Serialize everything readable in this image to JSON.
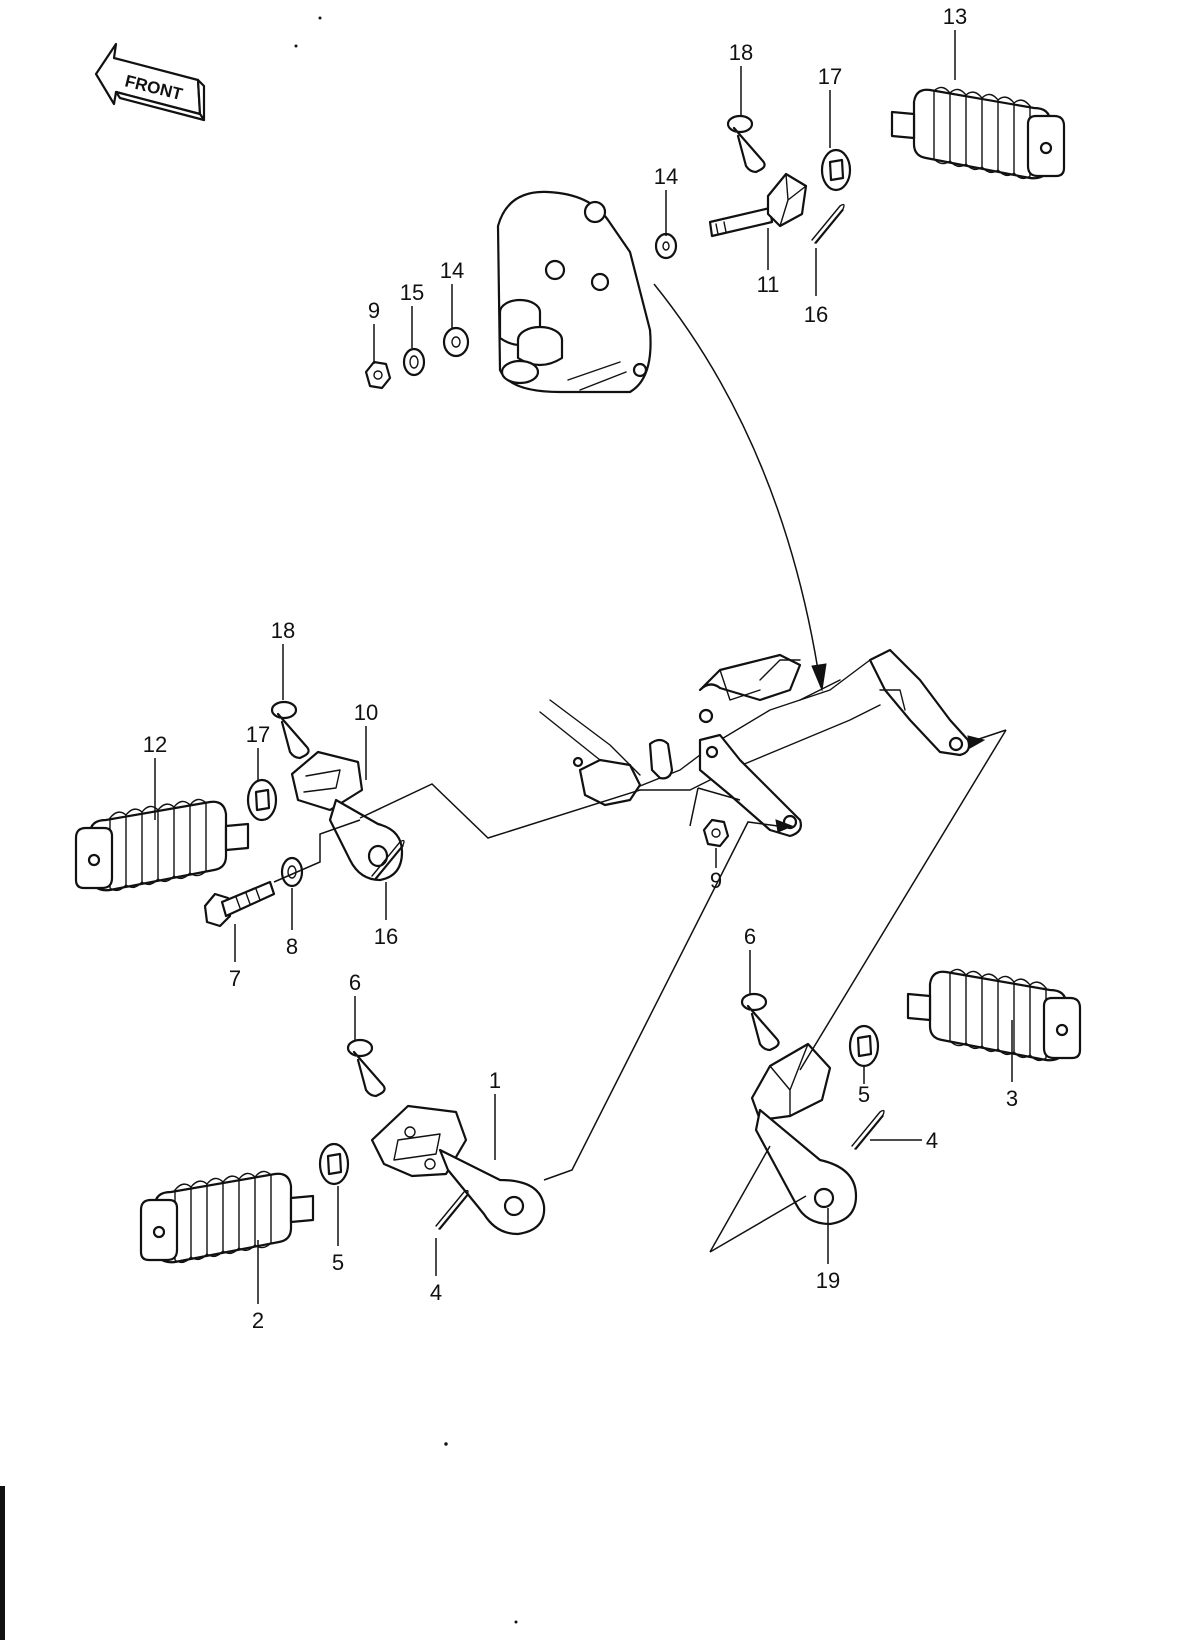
{
  "front_label": "FRONT",
  "callouts": [
    {
      "id": "c13",
      "text": "13"
    },
    {
      "id": "c18a",
      "text": "18"
    },
    {
      "id": "c17a",
      "text": "17"
    },
    {
      "id": "c14a",
      "text": "14"
    },
    {
      "id": "c11",
      "text": "11"
    },
    {
      "id": "c16a",
      "text": "16"
    },
    {
      "id": "c14b",
      "text": "14"
    },
    {
      "id": "c15",
      "text": "15"
    },
    {
      "id": "c9a",
      "text": "9"
    },
    {
      "id": "c18b",
      "text": "18"
    },
    {
      "id": "c10",
      "text": "10"
    },
    {
      "id": "c17b",
      "text": "17"
    },
    {
      "id": "c12",
      "text": "12"
    },
    {
      "id": "c9b",
      "text": "9"
    },
    {
      "id": "c16b",
      "text": "16"
    },
    {
      "id": "c8",
      "text": "8"
    },
    {
      "id": "c7",
      "text": "7"
    },
    {
      "id": "c6a",
      "text": "6"
    },
    {
      "id": "c6b",
      "text": "6"
    },
    {
      "id": "c1",
      "text": "1"
    },
    {
      "id": "c5a",
      "text": "5"
    },
    {
      "id": "c3",
      "text": "3"
    },
    {
      "id": "c4a",
      "text": "4"
    },
    {
      "id": "c5b",
      "text": "5"
    },
    {
      "id": "c4b",
      "text": "4"
    },
    {
      "id": "c19",
      "text": "19"
    },
    {
      "id": "c2",
      "text": "2"
    }
  ]
}
